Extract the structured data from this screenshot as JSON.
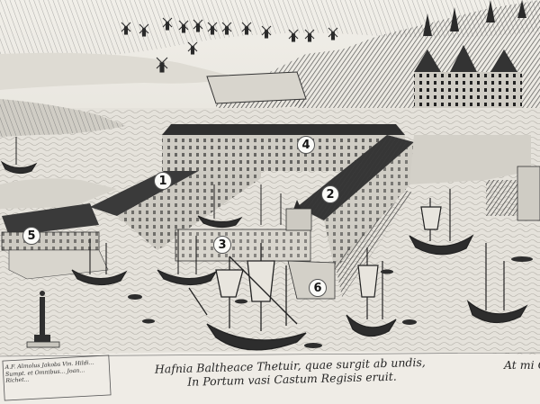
{
  "markers": [
    "1",
    "2",
    "3",
    "4",
    "5",
    "6"
  ],
  "caption_left": "A.F. Almolus Jakobs Vin. Hildi...\nSumpt. et Omnibus... Joan... Richet...",
  "caption_main": {
    "line1": "Hafnia Baltheace Thetuir, quae surgit ab undis,",
    "line2": "In Portum vasi Castum Regisis eruit."
  },
  "caption_right": "At mi Cr",
  "palette": {
    "ink": "#2a2a2a",
    "paper": "#ece9e2",
    "water": "#e4e1da"
  }
}
